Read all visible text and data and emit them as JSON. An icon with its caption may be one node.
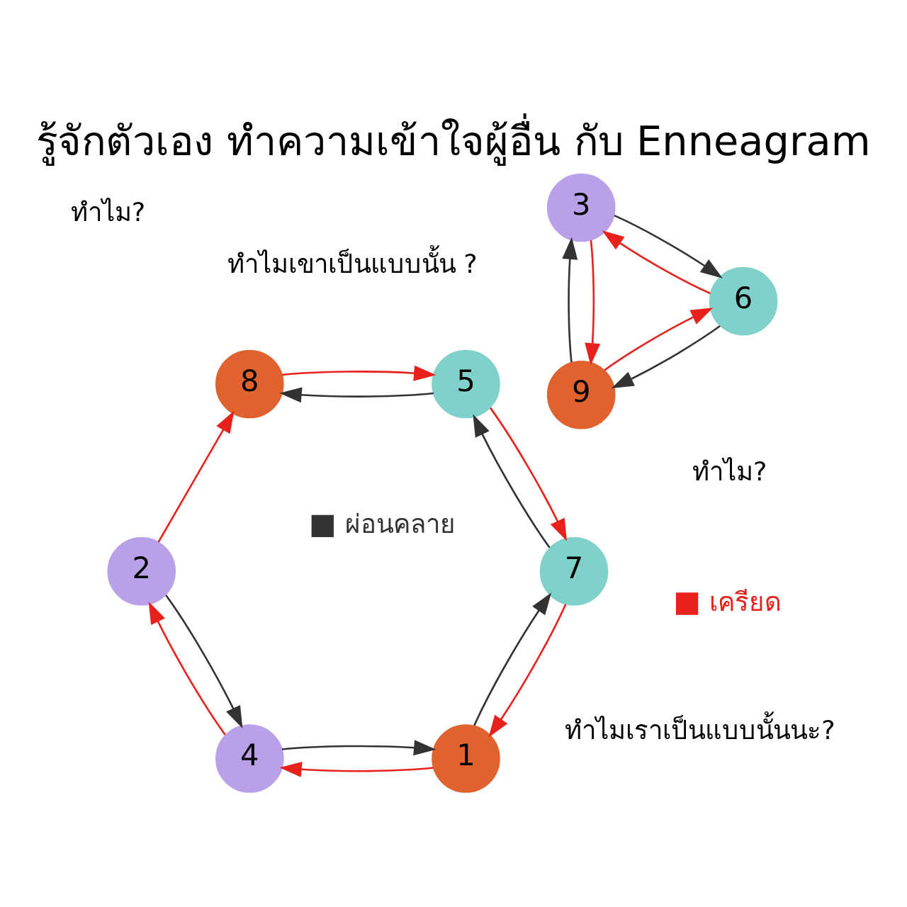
{
  "diagram": {
    "title": "รู้จักตัวเอง ทำความเข้าใจผู้อื่น กับ Enneagram",
    "nodes": [
      {
        "text": [
          "1"
        ]
      },
      {
        "text": [
          "2"
        ]
      },
      {
        "text": [
          "3"
        ]
      },
      {
        "text": [
          "4"
        ]
      },
      {
        "text": [
          "5"
        ]
      },
      {
        "text": [
          "6"
        ]
      },
      {
        "text": [
          "7"
        ]
      },
      {
        "text": [
          "8"
        ]
      },
      {
        "text": [
          "9"
        ]
      }
    ],
    "edges": [
      {
        "from": 0,
        "to": 3,
        "arrow": "to"
      },
      {
        "from": 3,
        "to": 1,
        "arrow": "to"
      },
      {
        "from": 1,
        "to": 7,
        "arrow": "to"
      },
      {
        "from": 7,
        "to": 4,
        "arrow": "to"
      },
      {
        "from": 4,
        "to": 6,
        "arrow": "to"
      },
      {
        "from": 6,
        "to": 0,
        "arrow": "to"
      },
      {
        "from": 8,
        "to": 5,
        "arrow": "to"
      },
      {
        "from": 5,
        "to": 2,
        "arrow": "to"
      },
      {
        "from": 2,
        "to": 8,
        "arrow": "to"
      },
      {
        "from": 3,
        "to": 0,
        "arrow": "to",
        "color": "#333333"
      },
      {
        "from": 1,
        "to": 3,
        "arrow": "to",
        "color": "#333333"
      },
      {
        "from": 4,
        "to": 7,
        "arrow": "to",
        "color": "#333333"
      },
      {
        "from": 6,
        "to": 4,
        "arrow": "to",
        "color": "#333333"
      },
      {
        "from": 0,
        "to": 6,
        "arrow": "to",
        "color": "#333333"
      },
      {
        "from": 8,
        "to": 2,
        "arrow": "to",
        "color": "#333333"
      },
      {
        "from": 2,
        "to": 5,
        "arrow": "to",
        "color": "#333333"
      },
      {
        "from": 5,
        "to": 8,
        "arrow": "to",
        "color": "#333333"
      }
    ],
    "labels": [
      "ทำไมเขาเป็นแบบนั้น ?",
      "ทำไมเราเป็นแบบนั้นนะ?",
      "ทำไม?",
      "ทำไม?"
    ],
    "legend": [
      {
        "text": "เครียด",
        "color": "#e8211c"
      },
      {
        "text": "ผ่อนคลาย",
        "color": "#333333"
      }
    ]
  }
}
